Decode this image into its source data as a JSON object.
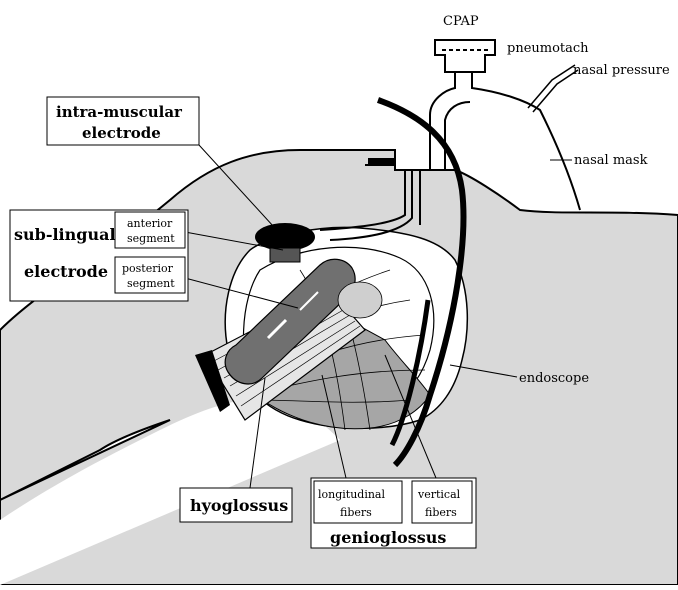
{
  "labels": {
    "cpap": "CPAP",
    "pneumotach": "pneumotach",
    "nasal_pressure": "nasal pressure",
    "nasal_mask": "nasal mask",
    "intramuscular_line1": "intra-muscular",
    "intramuscular_line2": "electrode",
    "sublingual_line1": "sub-lingual",
    "sublingual_line2": "electrode",
    "anterior_line1": "anterior",
    "anterior_line2": "segment",
    "posterior_line1": "posterior",
    "posterior_line2": "segment",
    "endoscope": "endoscope",
    "hyoglossus": "hyoglossus",
    "longitudinal_line1": "longitudinal",
    "longitudinal_line2": "fibers",
    "vertical_line1": "vertical",
    "vertical_line2": "fibers",
    "genioglossus": "genioglossus"
  },
  "colors": {
    "face": "#d9d9d9",
    "tongue": "#a6a6a6",
    "muscle": "#8c8c8c",
    "electrode": "#707070",
    "ink": "#000000",
    "paper": "#ffffff"
  }
}
